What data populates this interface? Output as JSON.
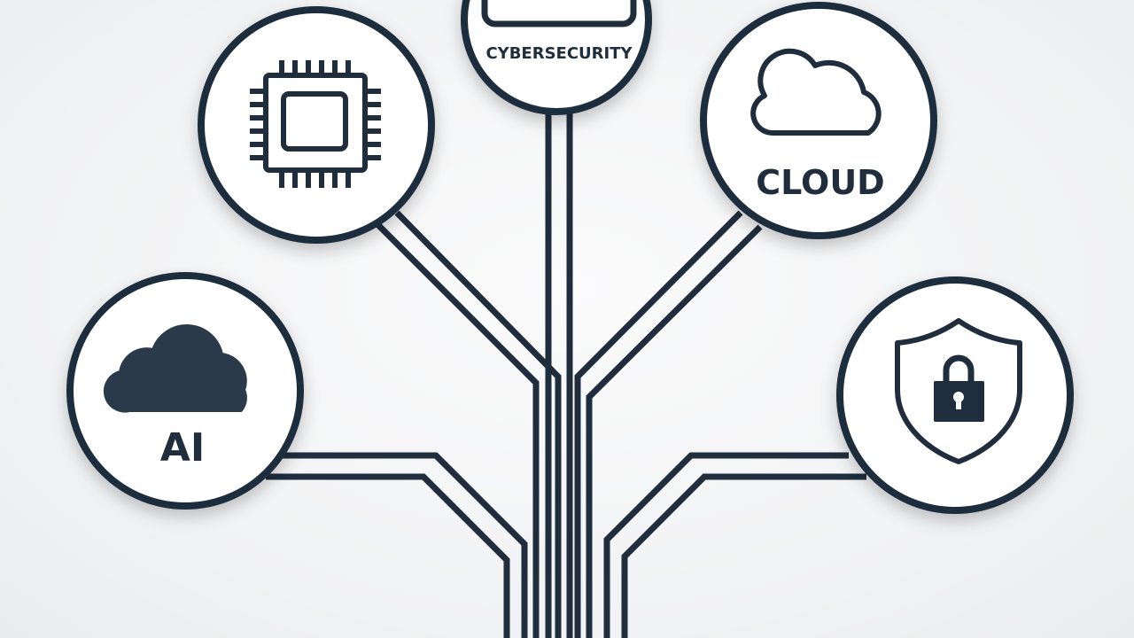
{
  "diagram": {
    "nodes": [
      {
        "id": "cybersecurity",
        "label": "CYBERSECURITY",
        "icon": "device-icon"
      },
      {
        "id": "chip",
        "label": "",
        "icon": "chip-icon"
      },
      {
        "id": "cloud",
        "label": "CLOUD",
        "icon": "cloud-outline-icon"
      },
      {
        "id": "ai",
        "label": "AI",
        "icon": "cloud-filled-icon"
      },
      {
        "id": "security",
        "label": "",
        "icon": "shield-lock-icon"
      }
    ],
    "colors": {
      "stroke": "#1f2d3d",
      "circle_fill": "#ffffff",
      "background": "#f4f5f6"
    }
  }
}
